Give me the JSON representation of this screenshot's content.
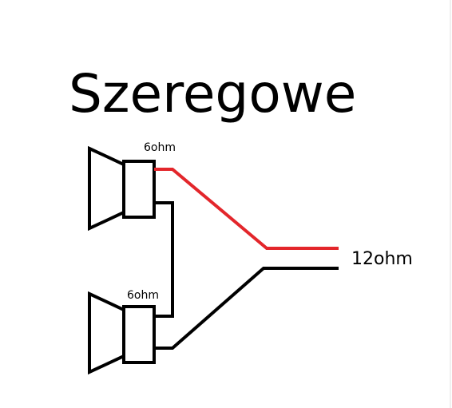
{
  "diagram": {
    "title": "Szeregowe",
    "speakers": [
      {
        "label": "6ohm"
      },
      {
        "label": "6ohm"
      }
    ],
    "output_label": "12ohm"
  },
  "colors": {
    "positive_wire": "#e3262b",
    "negative_wire": "#000000",
    "outline": "#000000",
    "background": "#ffffff"
  }
}
